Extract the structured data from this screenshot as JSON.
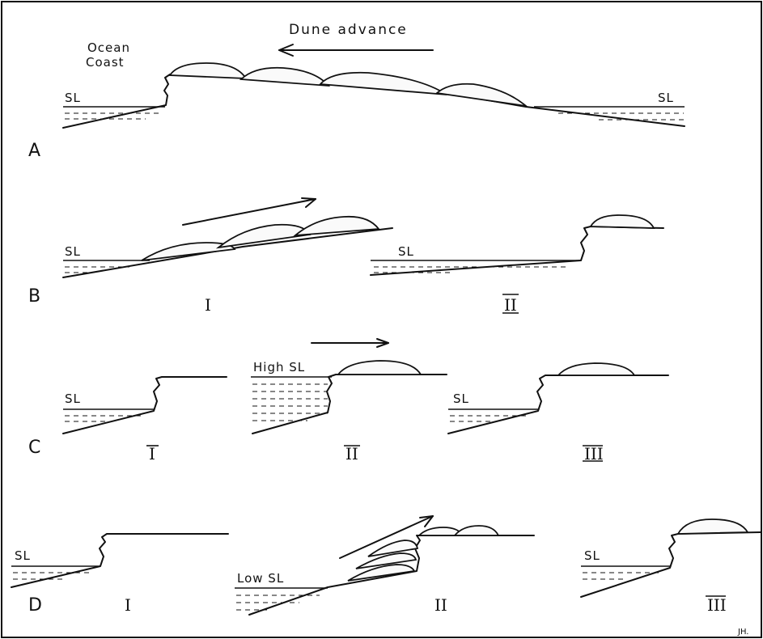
{
  "title": "Dune advance",
  "labels": {
    "ocean_coast_line1": "Ocean",
    "ocean_coast_line2": "Coast",
    "sl": "SL",
    "high_sl": "High SL",
    "low_sl": "Low SL",
    "signature": "JH."
  },
  "panels": {
    "a": "A",
    "b": "B",
    "c": "C",
    "d": "D"
  },
  "roman": {
    "one": "I",
    "two": "II",
    "three": "III"
  }
}
